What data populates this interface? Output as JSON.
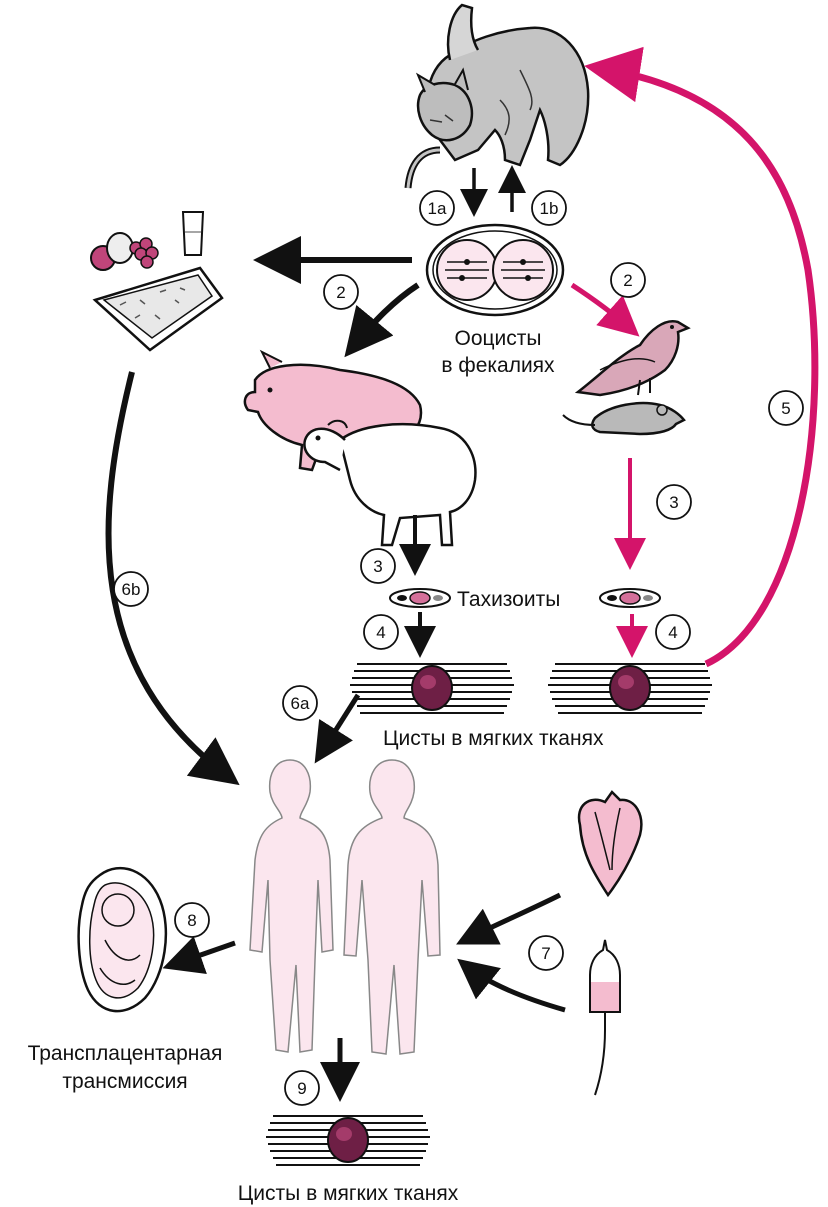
{
  "labels": {
    "oocysts": [
      "Ооцисты",
      "в фекалиях"
    ],
    "tachyzoites": "Тахизоиты",
    "cysts_animals": "Цисты в мягких тканях",
    "transplacental": [
      "Трансплацентарная",
      "трансмиссия"
    ],
    "cysts_human": "Цисты в мягких тканях"
  },
  "steps": {
    "s1a": "1a",
    "s1b": "1b",
    "s2_left": "2",
    "s2_right": "2",
    "s3_left": "3",
    "s3_right": "3",
    "s4_left": "4",
    "s4_right": "4",
    "s5": "5",
    "s6a": "6a",
    "s6b": "6b",
    "s7": "7",
    "s8": "8",
    "s9": "9"
  },
  "colors": {
    "black_path": "#111111",
    "magenta_path": "#d4146a",
    "pink_fill": "#f6c8d8",
    "light_pink": "#fbe6ee",
    "cyst_fill": "#8a2a52",
    "gray_animal": "#bdbdbd"
  },
  "icons": [
    "cat-icon",
    "food-icon",
    "pig-icon",
    "sheep-icon",
    "bird-icon",
    "mouse-icon",
    "heart-icon",
    "iv-bag-icon",
    "fetus-icon",
    "human-icon"
  ]
}
